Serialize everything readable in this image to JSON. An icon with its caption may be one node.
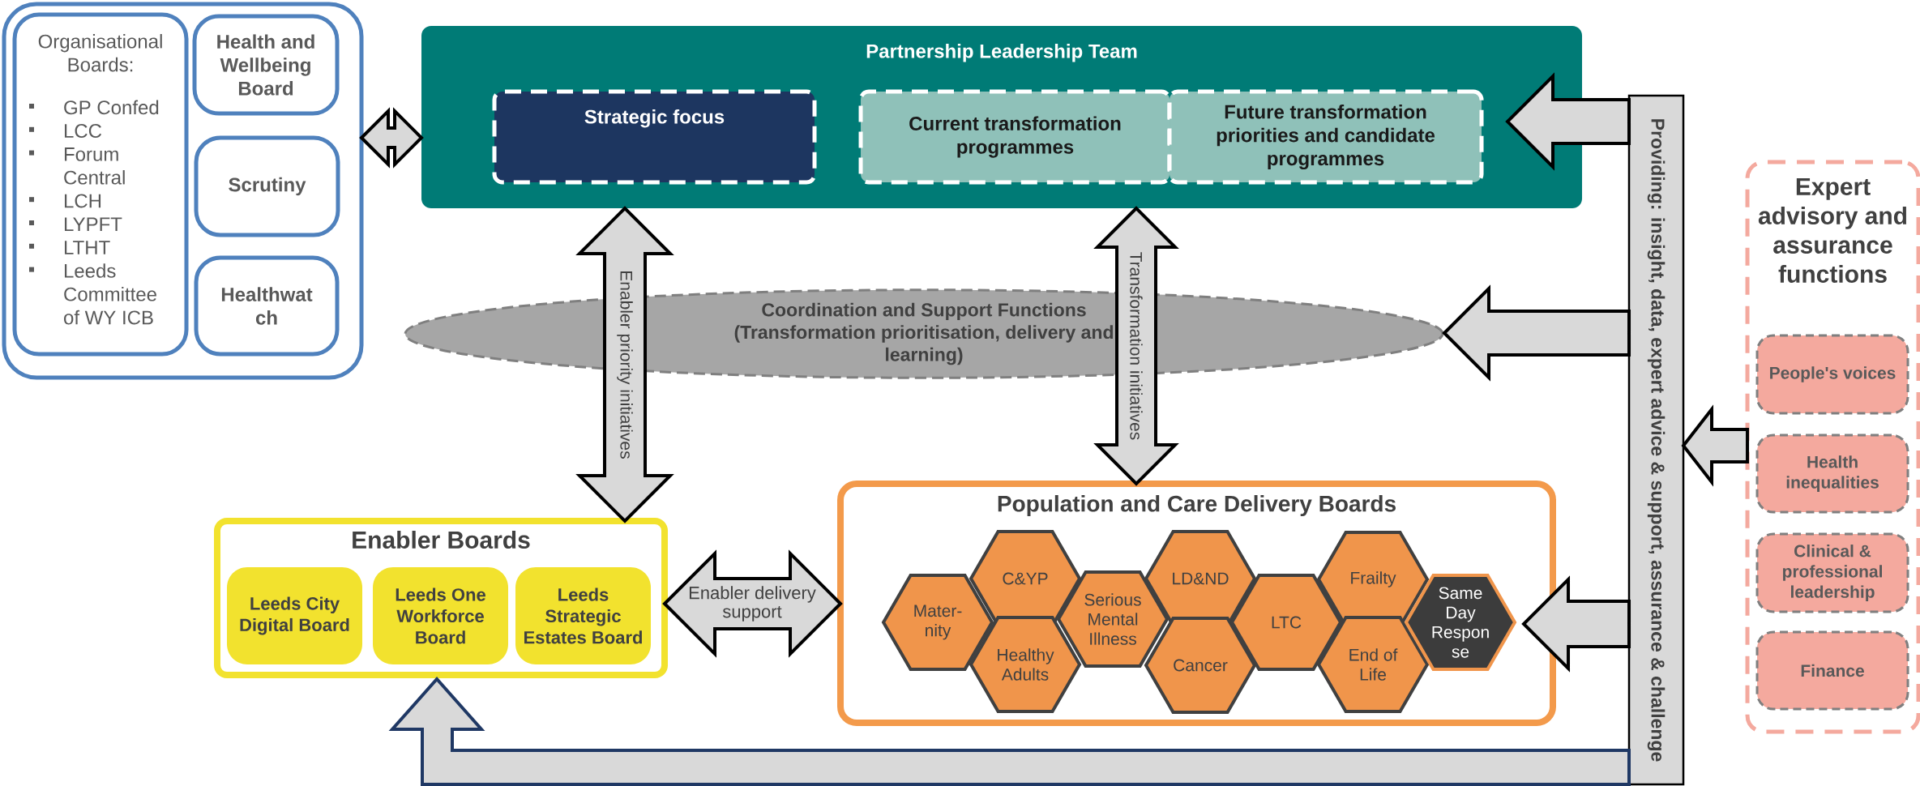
{
  "diagram": {
    "nodes": [
      {
        "text": [],
        "shape": "box"
      },
      {
        "text": [
          "Organisational Boards:",
          "GP Confed",
          "LCC",
          "Forum Central",
          "LCH",
          "LYPFT",
          "LTHT",
          "Leeds Committee of WY ICB"
        ],
        "in": 0
      },
      {
        "text": [
          "Health and Wellbeing Board"
        ],
        "in": 0
      },
      {
        "text": [
          "Scrutiny"
        ],
        "in": 0
      },
      {
        "text": [
          "Healthwat ch"
        ],
        "in": 0
      },
      {
        "text": [
          "Partnership Leadership Team"
        ]
      },
      {
        "text": [
          "Strategic focus"
        ],
        "in": 5
      },
      {
        "text": [
          "Current transformation programmes"
        ],
        "in": 5
      },
      {
        "text": [
          "Future transformation priorities and candidate programmes"
        ],
        "in": 5
      },
      {
        "text": [
          "Coordination and Support Functions (Transformation prioritisation, delivery and learning)"
        ]
      },
      {
        "text": [
          "Enabler Boards"
        ]
      },
      {
        "text": [
          "Leeds City Digital Board"
        ],
        "in": 10
      },
      {
        "text": [
          "Leeds One Workforce Board"
        ],
        "in": 10
      },
      {
        "text": [
          "Leeds Strategic Estates Board"
        ],
        "in": 10
      },
      {
        "text": [
          "Population and Care Delivery Boards"
        ]
      },
      {
        "text": [
          "Mater- nity"
        ],
        "in": 14
      },
      {
        "text": [
          "C&YP"
        ],
        "in": 14
      },
      {
        "text": [
          "Healthy Adults"
        ],
        "in": 14
      },
      {
        "text": [
          "Serious Mental Illness"
        ],
        "in": 14
      },
      {
        "text": [
          "LD&ND"
        ],
        "in": 14
      },
      {
        "text": [
          "Cancer"
        ],
        "in": 14
      },
      {
        "text": [
          "LTC"
        ],
        "in": 14
      },
      {
        "text": [
          "Frailty"
        ],
        "in": 14
      },
      {
        "text": [
          "End of Life"
        ],
        "in": 14
      },
      {
        "text": [
          "Same Day Respon se"
        ],
        "in": 14
      },
      {
        "text": [
          "Providing: insight, data, expert advice & support, assurance & challenge"
        ]
      },
      {
        "text": [
          "Expert advisory and assurance functions"
        ]
      },
      {
        "text": [
          "People's voices"
        ],
        "in": 26
      },
      {
        "text": [
          "Health inequalities"
        ],
        "in": 26
      },
      {
        "text": [
          "Clinical & professional leadership"
        ],
        "in": 26
      },
      {
        "text": [
          "Finance"
        ],
        "in": 26
      }
    ],
    "edges": [
      {
        "from": 0,
        "to": 5,
        "arrow": "both"
      },
      {
        "from": 5,
        "to": 10,
        "arrow": "both",
        "label": "Enabler priority initiatives"
      },
      {
        "from": 5,
        "to": 14,
        "arrow": "both",
        "label": "Transformation initiatives"
      },
      {
        "from": 10,
        "to": 14,
        "arrow": "both",
        "label": "Enabler delivery support"
      },
      {
        "from": 25,
        "to": 5,
        "arrow": "to"
      },
      {
        "from": 25,
        "to": 9,
        "arrow": "to"
      },
      {
        "from": 25,
        "to": 14,
        "arrow": "to"
      },
      {
        "from": 25,
        "to": 10,
        "arrow": "to",
        "color": "#1f3864"
      },
      {
        "from": 26,
        "to": 25,
        "arrow": "to"
      }
    ]
  }
}
